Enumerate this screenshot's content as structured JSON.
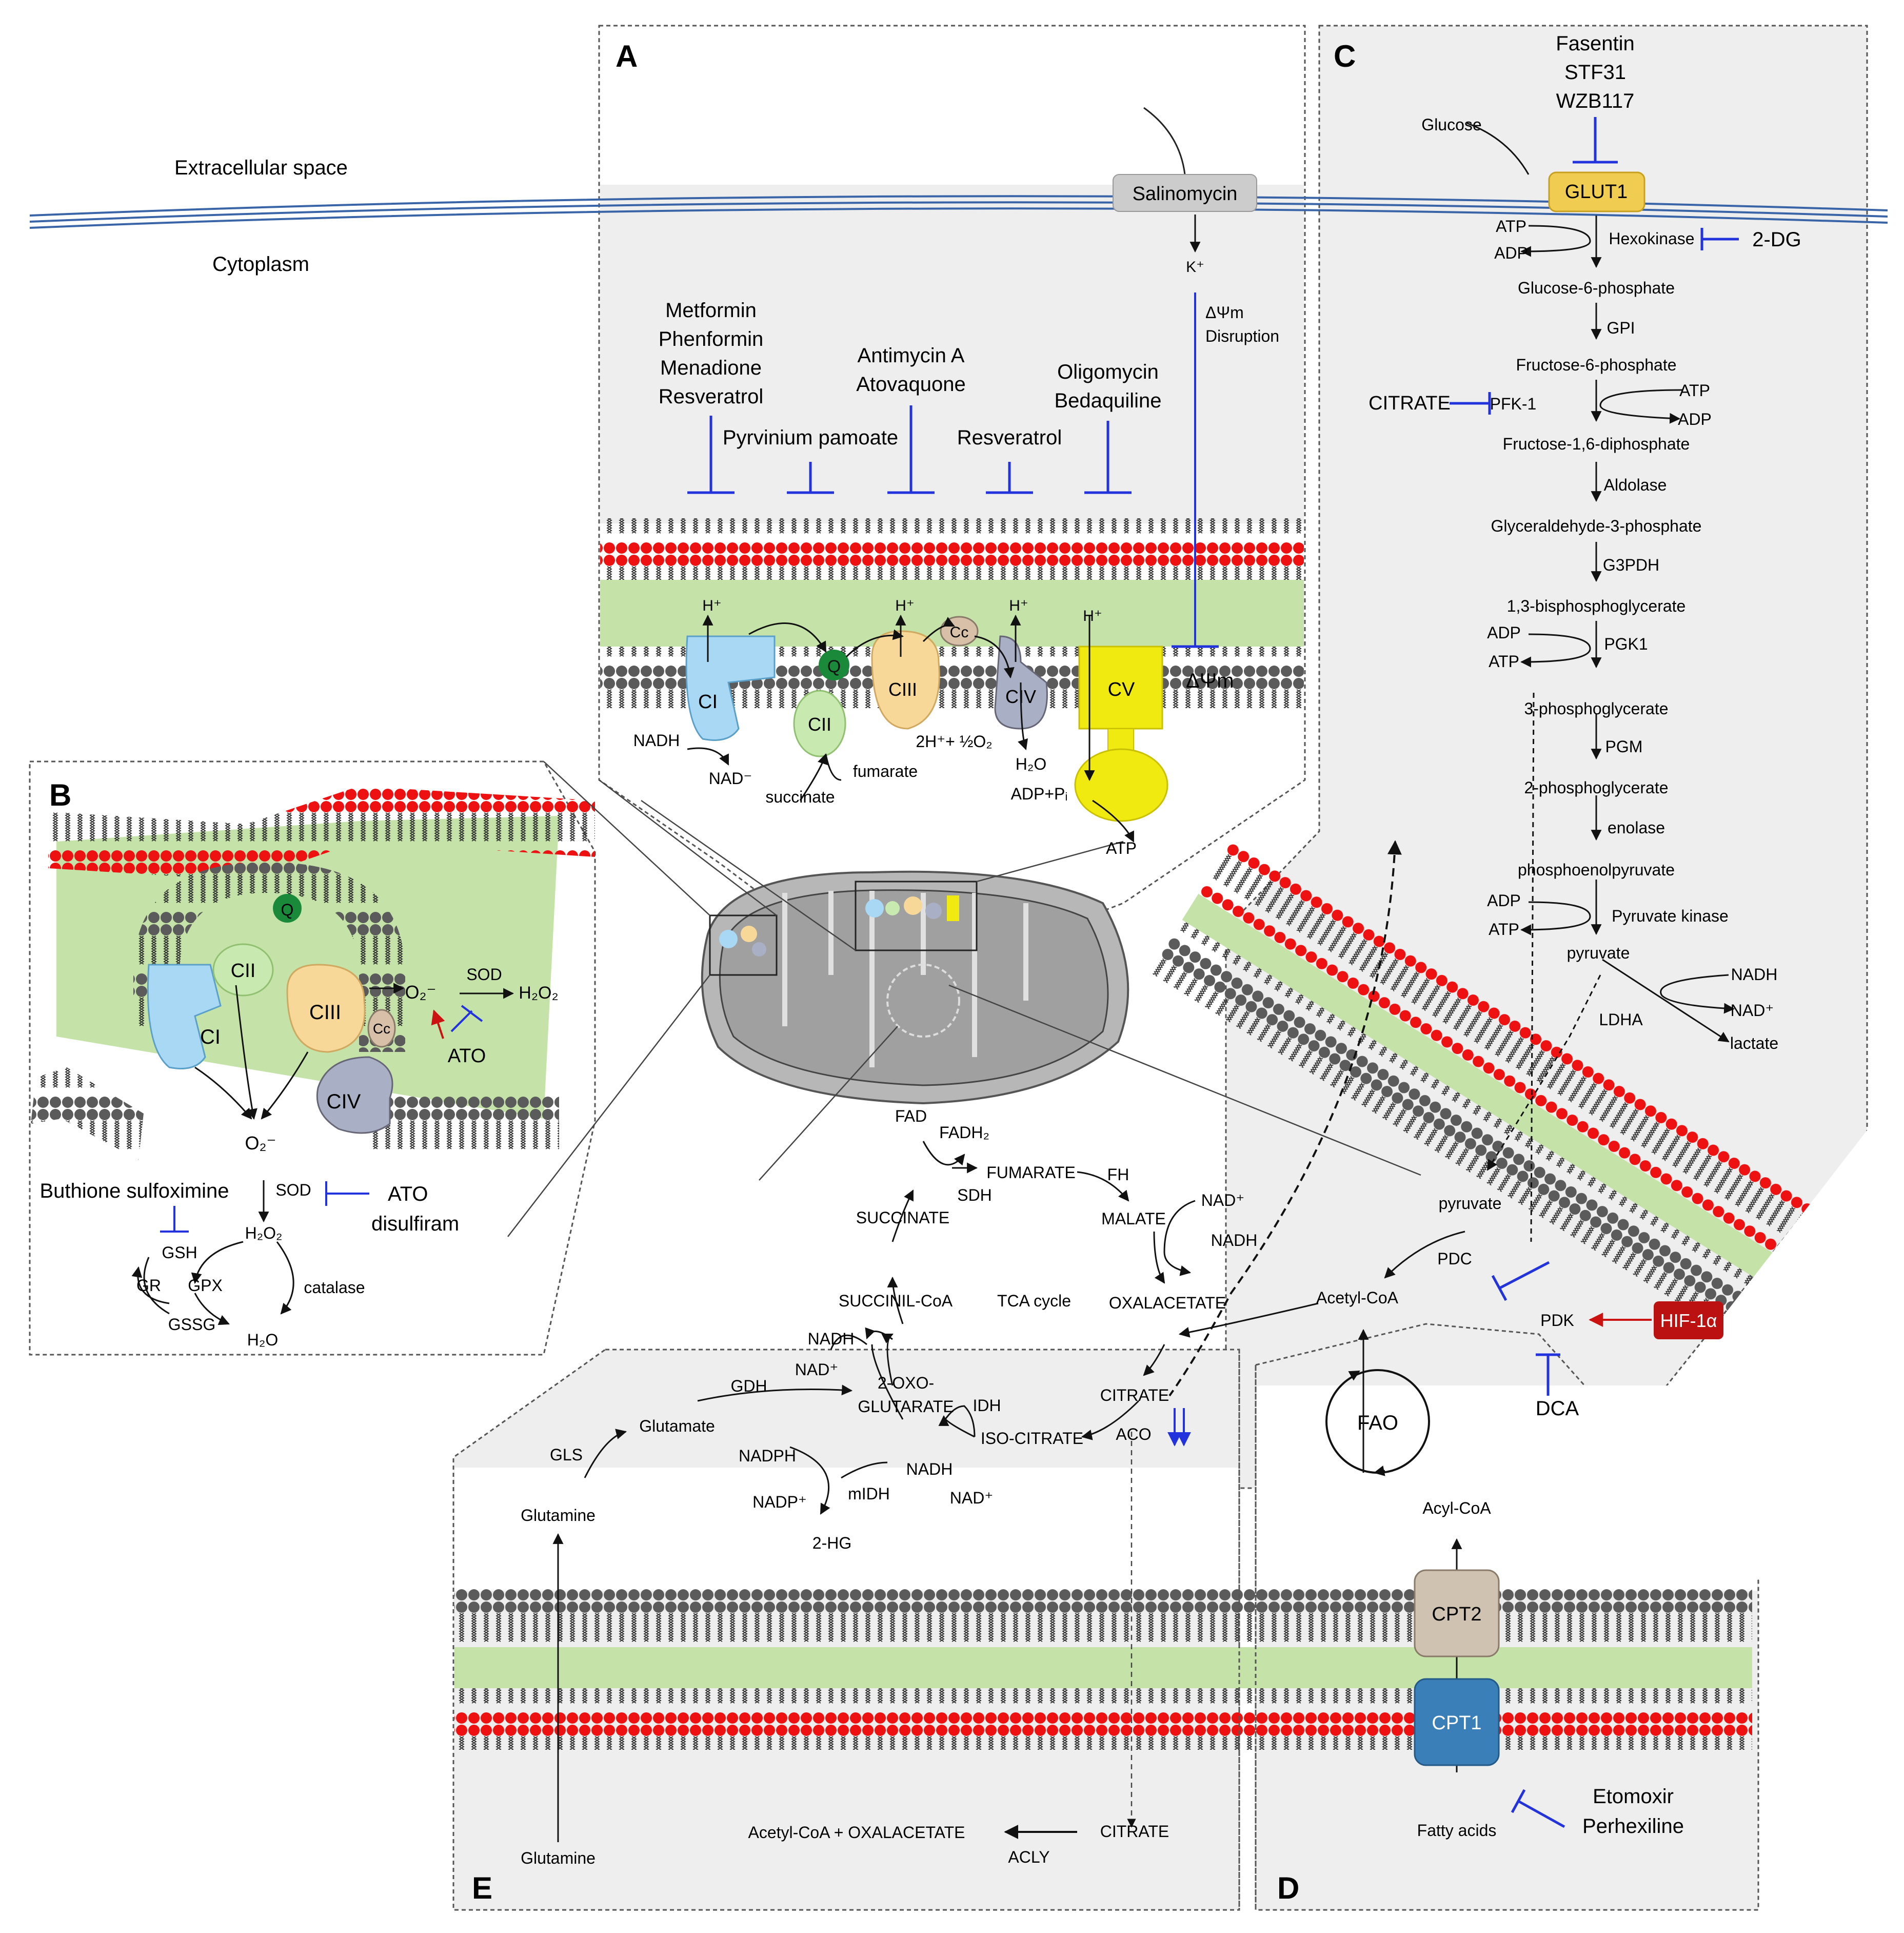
{
  "panels": {
    "a": "A",
    "b": "B",
    "c": "C",
    "d": "D",
    "e": "E"
  },
  "regions": {
    "extracellular": "Extracellular space",
    "cytoplasm": "Cytoplasm"
  },
  "panel_a": {
    "salinomycin": "Salinomycin",
    "k": "K⁺",
    "dpsi_label": "ΔΨm",
    "disruption": "Disruption",
    "dpsi_membrane": "ΔΨm",
    "drugs_ci": [
      "Metformin",
      "Phenformin",
      "Menadione",
      "Resveratrol"
    ],
    "pyrvinium": "Pyrvinium pamoate",
    "drugs_ciii": [
      "Antimycin A",
      "Atovaquone"
    ],
    "resveratrol": "Resveratrol",
    "drugs_cv": [
      "Oligomycin",
      "Bedaquiline"
    ],
    "proton": "H⁺",
    "complexes": {
      "ci": "CI",
      "cii": "CII",
      "ciii": "CIII",
      "civ": "CIV",
      "cv": "CV",
      "q": "Q",
      "cc": "Cc"
    },
    "nadh": "NADH",
    "nad": "NAD⁻",
    "succinate": "succinate",
    "fumarate": "fumarate",
    "o2_reaction": "2H⁺+ ½O₂",
    "h2o": "H₂O",
    "adp_pi": "ADP+Pᵢ",
    "atp": "ATP"
  },
  "panel_b": {
    "complexes": {
      "ci": "CI",
      "cii": "CII",
      "ciii": "CIII",
      "civ": "CIV",
      "q": "Q",
      "cc": "Cc"
    },
    "superoxide": "O₂⁻",
    "sod": "SOD",
    "h2o2": "H₂O₂",
    "ato": "ATO",
    "superoxide2": "O₂⁻",
    "buthionine": "Buthione sulfoximine",
    "sod2": "SOD",
    "ato_disulfiram": [
      "ATO",
      "disulfiram"
    ],
    "h2o2_2": "H₂O₂",
    "gsh": "GSH",
    "gr": "GR",
    "gpx": "GPX",
    "gssg": "GSSG",
    "catalase": "catalase",
    "h2o": "H₂O"
  },
  "panel_c": {
    "inhibitors_glut": [
      "Fasentin",
      "STF31",
      "WZB117"
    ],
    "glucose": "Glucose",
    "glut1": "GLUT1",
    "atp": "ATP",
    "adp": "ADP",
    "hexokinase": "Hexokinase",
    "dg": "2-DG",
    "g6p": "Glucose-6-phosphate",
    "gpi": "GPI",
    "f6p": "Fructose-6-phosphate",
    "citrate": "CITRATE",
    "pfk": "PFK-1",
    "atp2": "ATP",
    "adp2": "ADP",
    "f16": "Fructose-1,6-diphosphate",
    "aldolase": "Aldolase",
    "g3p": "Glyceraldehyde-3-phosphate",
    "g3pdh": "G3PDH",
    "bpg": "1,3-bisphosphoglycerate",
    "adp3": "ADP",
    "atp3": "ATP",
    "pgk1": "PGK1",
    "pg3": "3-phosphoglycerate",
    "pgm": "PGM",
    "pg2": "2-phosphoglycerate",
    "enolase": "enolase",
    "pep": "phosphoenolpyruvate",
    "adp4": "ADP",
    "atp4": "ATP",
    "pk": "Pyruvate kinase",
    "pyruvate": "pyruvate",
    "nadh": "NADH",
    "nad": "NAD⁺",
    "ldha": "LDHA",
    "lactate": "lactate",
    "pyruvate2": "pyruvate",
    "pdc": "PDC",
    "pdk": "PDK",
    "hif": "HIF-1α",
    "dca": "DCA"
  },
  "tca": {
    "fad": "FAD",
    "fadh2": "FADH₂",
    "fumarate": "FUMARATE",
    "fh": "FH",
    "sdh": "SDH",
    "succinate": "SUCCINATE",
    "malate": "MALATE",
    "nad": "NAD⁺",
    "nadh": "NADH",
    "succinyl": "SUCCINIL-CoA",
    "cycle": "TCA cycle",
    "oxaloacetate": "OXALACETATE",
    "acetylcoa": "Acetyl-CoA",
    "nadh2": "NADH",
    "nad2": "NAD⁺",
    "oxo": [
      "2-OXO-",
      "GLUTARATE"
    ],
    "gdh": "GDH",
    "glutamate": "Glutamate",
    "gls": "GLS",
    "glutamine": "Glutamine",
    "idh": "IDH",
    "isocitrate": "ISO-CITRATE",
    "citrate": "CITRATE",
    "aco": "ACO",
    "nadph": "NADPH",
    "nadp": "NADP⁺",
    "midh": "mIDH",
    "hg": "2-HG",
    "nadh3": "NADH",
    "nad3": "NAD⁺"
  },
  "panel_e": {
    "glutamine": "Glutamine",
    "product": "Acetyl-CoA + OXALACETATE",
    "acly": "ACLY",
    "citrate": "CITRATE"
  },
  "panel_d": {
    "fao": "FAO",
    "acylcoa": "Acyl-CoA",
    "cpt2": "CPT2",
    "cpt1": "CPT1",
    "fatty": "Fatty acids",
    "inhibitors": [
      "Etomoxir",
      "Perhexiline"
    ]
  },
  "colors": {
    "inhibit": "#2233dd",
    "activate": "#cc1111",
    "matrix": "#c5e3a8",
    "cytoplasm_panel": "#eeeeee",
    "head_red": "#ee1111",
    "head_grey": "#555555",
    "ci": "#a8d8f4",
    "cii": "#c8eab0",
    "ciii": "#f8d898",
    "civ": "#a9b0c6",
    "cv": "#f0ea10",
    "q": "#1a8a3a",
    "cc": "#d8c0a8",
    "glut1": "#f0cc50",
    "cpt1": "#3a7fb8",
    "cpt2": "#cfc2b0",
    "hif": "#bb1111",
    "membrane_line": "#3a64a8",
    "mito": "#a8a8a8"
  }
}
